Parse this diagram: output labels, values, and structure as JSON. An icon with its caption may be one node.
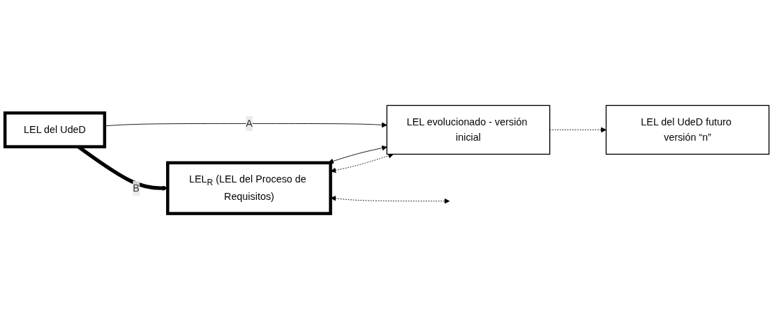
{
  "diagram": {
    "nodes": [
      {
        "text": [
          "LEL del UdeD"
        ]
      },
      {
        "text": [
          "LEL evolucionado - versión inicial"
        ]
      },
      {
        "text": [
          "LEL del UdeD futuro versión “n”"
        ]
      },
      {
        "text": [
          "LEL$_{R}$ (LEL del Proceso de Requisitos)"
        ]
      }
    ],
    "edges": [
      {
        "from": 0,
        "to": 1,
        "arrow": "to",
        "label": "A"
      },
      {
        "from": 0,
        "to": 3,
        "arrow": "to",
        "label": "B",
        "style": "thick"
      },
      {
        "from": 1,
        "to": 2,
        "arrow": "to",
        "style": "dashed"
      },
      {
        "from": 3,
        "to": 1,
        "arrow": "both"
      },
      {
        "from": 3,
        "to": 1,
        "arrow": "both",
        "style": "dashed"
      },
      {
        "from": 3,
        "to": null,
        "arrow": "both",
        "style": "dashed"
      }
    ]
  }
}
